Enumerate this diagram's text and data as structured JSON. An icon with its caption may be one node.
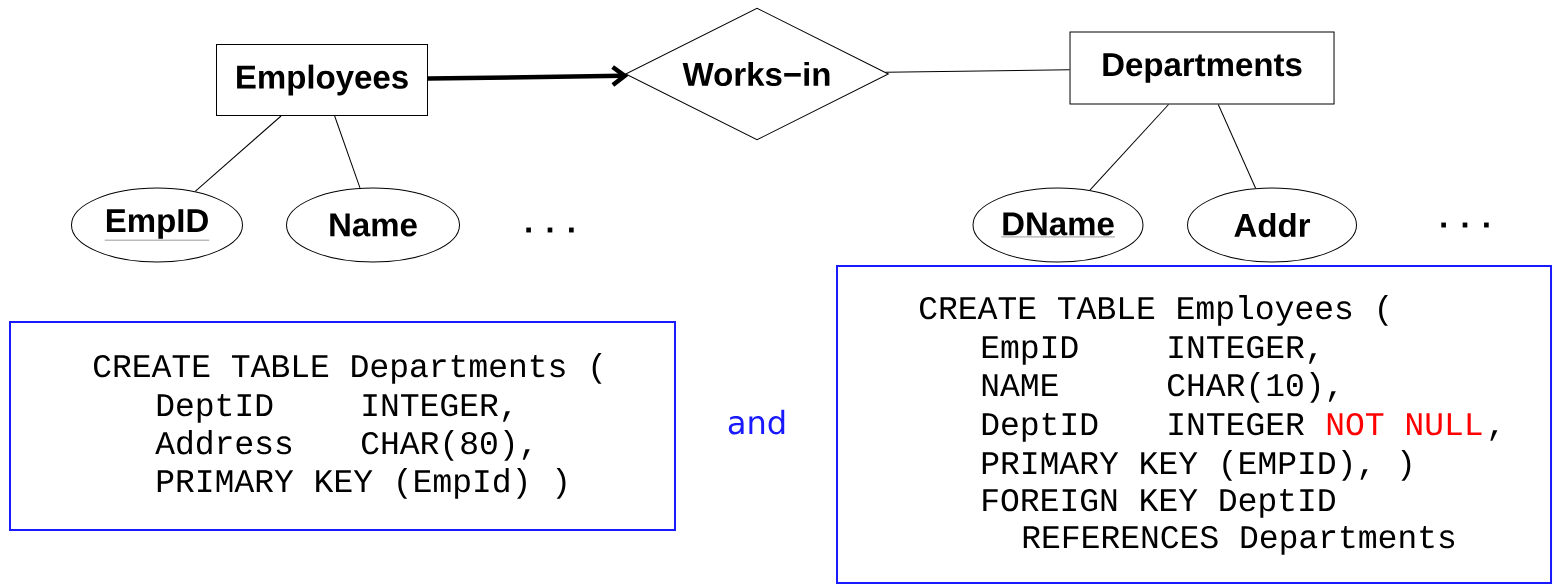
{
  "diagram": {
    "nodes": [
      {
        "text": [
          "Employees"
        ]
      },
      {
        "text": [
          "Works−in"
        ]
      },
      {
        "text": [
          "Departments"
        ]
      },
      {
        "text": [
          "EmpID"
        ]
      },
      {
        "text": [
          "Name"
        ]
      },
      {
        "text": [
          "DName"
        ]
      },
      {
        "text": [
          "Addr"
        ]
      },
      {
        "text": [
          "CREATE TABLE Departments (",
          "DeptID",
          "INTEGER,",
          "Address",
          "CHAR(80),",
          "PRIMARY KEY (EmpId) )"
        ]
      },
      {
        "text": [
          "CREATE TABLE Employees (",
          "EmpID",
          "INTEGER,",
          "NAME",
          "CHAR(10),",
          "DeptID",
          "INTEGER",
          "NOT NULL",
          ",",
          "PRIMARY KEY (EMPID), )",
          "FOREIGN KEY DeptID",
          "REFERENCES Departments"
        ]
      }
    ],
    "edges": [
      {
        "from": 0,
        "to": 1,
        "arrow": "to",
        "style": "thick"
      },
      {
        "from": 1,
        "to": 2,
        "arrow": "none"
      },
      {
        "from": 0,
        "to": 3,
        "arrow": "none"
      },
      {
        "from": 0,
        "to": 4,
        "arrow": "none"
      },
      {
        "from": 2,
        "to": 5,
        "arrow": "none"
      },
      {
        "from": 2,
        "to": 6,
        "arrow": "none"
      }
    ],
    "labels": [
      ". . .",
      ". . .",
      "and"
    ]
  }
}
